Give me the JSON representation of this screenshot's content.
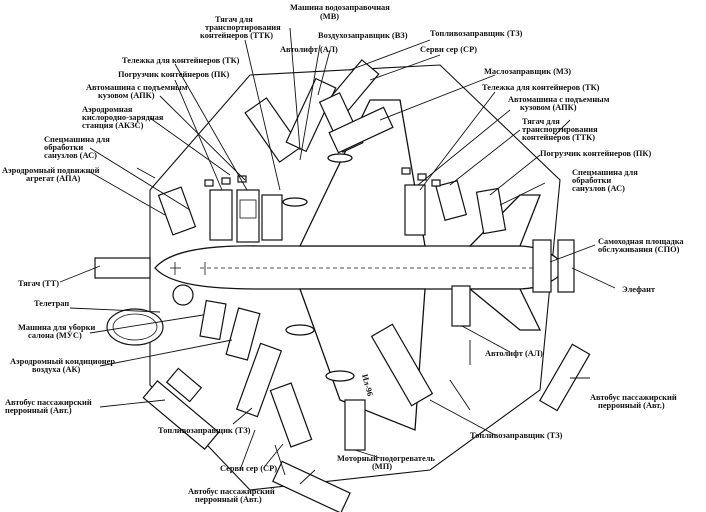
{
  "aircraft_code": "Ил-96",
  "labels": {
    "mv": [
      "Машина водозаправочная",
      "(МВ)"
    ],
    "ttk_top": [
      "Тягач для",
      "транспортирования",
      "контейнеров (ТТК)"
    ],
    "vz": [
      "Воздухозаправщик (ВЗ)"
    ],
    "al_top": [
      "Автолифт (АЛ)"
    ],
    "tz_top": [
      "Топливозаправщик (ТЗ)"
    ],
    "sr_top": [
      "Серви сер (СР)"
    ],
    "tk_left": [
      "Тележка для контейнеров (ТК)"
    ],
    "pk_left": [
      "Погрузчик контейнеров (ПК)"
    ],
    "apk_left": [
      "Автомашина с подъемным",
      "кузовом (АПК)"
    ],
    "akzs": [
      "Аэродромная",
      "кислородно-зарядная",
      "станция (АКЗС)"
    ],
    "as_left": [
      "Спецмашина для",
      "обработки",
      "санузлов (АС)"
    ],
    "apa": [
      "Аэродромный подвижной",
      "агрегат (АПА)"
    ],
    "mz": [
      "Маслозаправщик (МЗ)"
    ],
    "tk_right": [
      "Тележка для контейнеров (ТК)"
    ],
    "apk_right": [
      "Автомашина с подъемным",
      "кузовом (АПК)"
    ],
    "ttk_right": [
      "Тягач для",
      "транспортирования",
      "контейнеров (ТТК)"
    ],
    "pk_right": [
      "Погрузчик контейнеров (ПК)"
    ],
    "as_right": [
      "Спецмашина для",
      "обработки",
      "санузлов (АС)"
    ],
    "spo": [
      "Самоходная площадка",
      "обслуживания (СПО)"
    ],
    "elefant": [
      "Элефант"
    ],
    "tt": [
      "Тягач (ТТ)"
    ],
    "teletrap": [
      "Телетрап"
    ],
    "mus": [
      "Машина для уборки",
      "салона (МУС)"
    ],
    "ak": [
      "Аэродромный кондиционер",
      "воздуха (АК)"
    ],
    "avt_left": [
      "Автобус пассажирский",
      "перронный (Авт.)"
    ],
    "al_right": [
      "Автолифт (АЛ)"
    ],
    "avt_right": [
      "Автобус пассажирский",
      "перронный (Авт.)"
    ],
    "tz_left": [
      "Топливозаправщик (ТЗ)"
    ],
    "tz_right": [
      "Топливозаправщик (ТЗ)"
    ],
    "sr_bottom": [
      "Серви сер (СР)"
    ],
    "mp": [
      "Моторный подогреватель",
      "(МП)"
    ],
    "avt_bottom": [
      "Автобус пассажирский",
      "перронный (Авт.)"
    ]
  }
}
